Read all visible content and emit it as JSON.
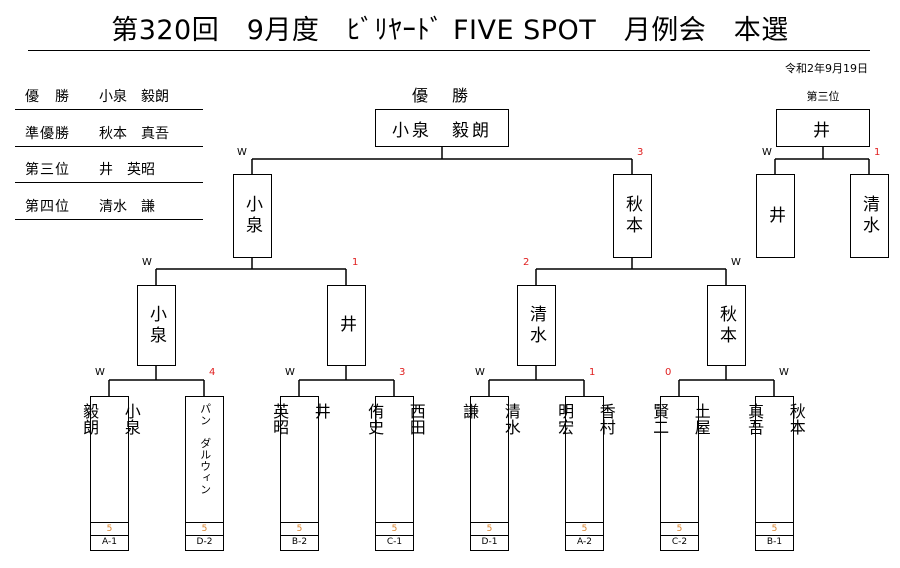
{
  "title": "第320回　9月度　ﾋﾞﾘﾔｰﾄﾞ FIVE SPOT　月例会　本選",
  "date": "令和2年9月19日",
  "results": [
    {
      "label": "優　勝",
      "name": "小泉　毅朗"
    },
    {
      "label": "準優勝",
      "name": "秋本　真吾"
    },
    {
      "label": "第三位",
      "name": "井　英昭"
    },
    {
      "label": "第四位",
      "name": "清水　謙"
    }
  ],
  "champion": {
    "heading": "優　勝",
    "name": "小泉　毅朗"
  },
  "third_place_match": {
    "heading": "第三位",
    "winner": "井",
    "players": [
      "井",
      "清水"
    ],
    "marks": [
      "W",
      "1"
    ]
  },
  "final": {
    "players": [
      "小泉",
      "秋本"
    ],
    "marks": [
      "W",
      "3"
    ]
  },
  "semifinals": [
    {
      "players": [
        "小泉",
        "井"
      ],
      "marks": [
        "W",
        "1"
      ]
    },
    {
      "players": [
        "清水",
        "秋本"
      ],
      "marks": [
        "2",
        "W"
      ]
    }
  ],
  "quarterfinals": [
    {
      "players": [
        "小泉",
        "井"
      ]
    },
    {
      "players": [
        "清水",
        "秋本"
      ]
    }
  ],
  "first_round": [
    {
      "marks": [
        "W",
        "4"
      ]
    },
    {
      "marks": [
        "W",
        "3"
      ]
    },
    {
      "marks": [
        "W",
        "1"
      ]
    },
    {
      "marks": [
        "0",
        "W"
      ]
    }
  ],
  "entrants": [
    {
      "name": "小泉\n\n毅朗",
      "score": "5",
      "group": "A-1"
    },
    {
      "name": "パン　ダルウィン",
      "score": "5",
      "group": "D-2"
    },
    {
      "name": "井\n\n英昭",
      "score": "5",
      "group": "B-2"
    },
    {
      "name": "西田\n\n侑史",
      "score": "5",
      "group": "C-1"
    },
    {
      "name": "清水\n\n謙",
      "score": "5",
      "group": "D-1"
    },
    {
      "name": "香村\n\n明宏",
      "score": "5",
      "group": "A-2"
    },
    {
      "name": "土屋\n\n賢二",
      "score": "5",
      "group": "C-2"
    },
    {
      "name": "秋本\n\n真吾",
      "score": "5",
      "group": "B-1"
    }
  ]
}
